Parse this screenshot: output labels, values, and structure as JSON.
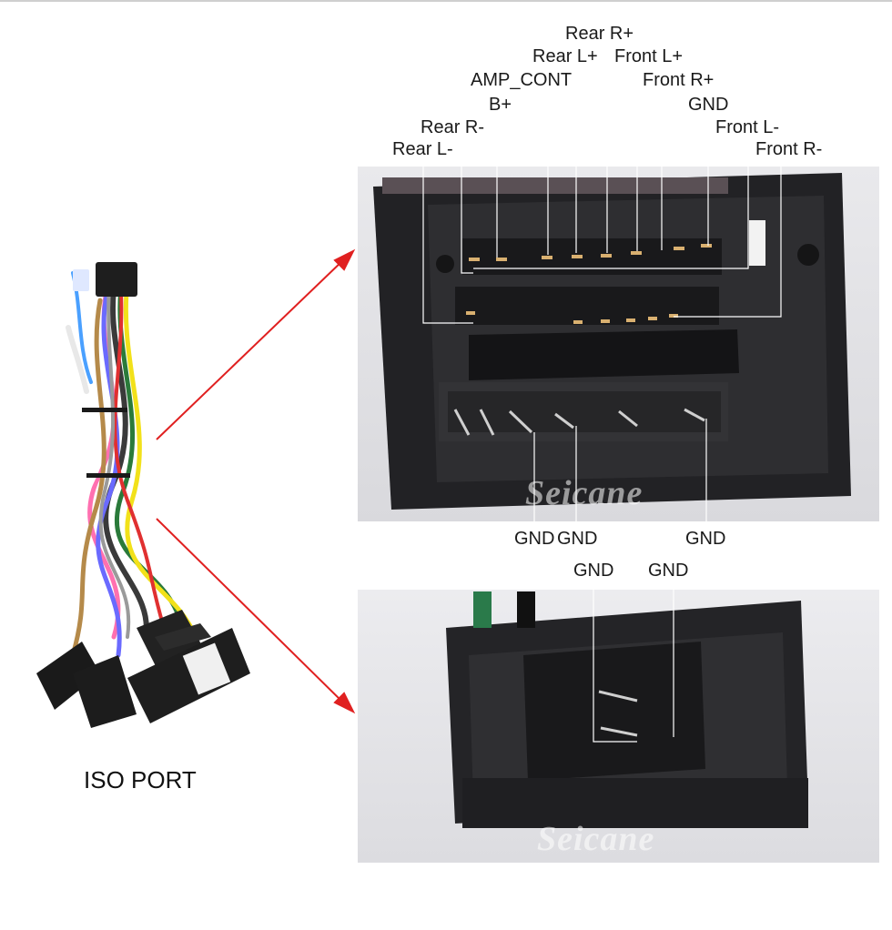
{
  "brand": "Seicane",
  "caption": "ISO PORT",
  "labels_top": {
    "rear_r_plus": "Rear R+",
    "rear_l_plus": "Rear L+",
    "front_l_plus": "Front L+",
    "amp_cont": "AMP_CONT",
    "front_r_plus": "Front R+",
    "b_plus": "B+",
    "gnd": "GND",
    "rear_r_minus": "Rear R-",
    "front_l_minus": "Front L-",
    "rear_l_minus": "Rear L-",
    "front_r_minus": "Front R-"
  },
  "labels_mid": [
    "GND",
    "GND",
    "GND"
  ],
  "labels_bottom": [
    "GND",
    "GND"
  ],
  "colors": {
    "arrow": "#e02020",
    "leader": "#ffffff",
    "connector": "#1e1e1e"
  }
}
